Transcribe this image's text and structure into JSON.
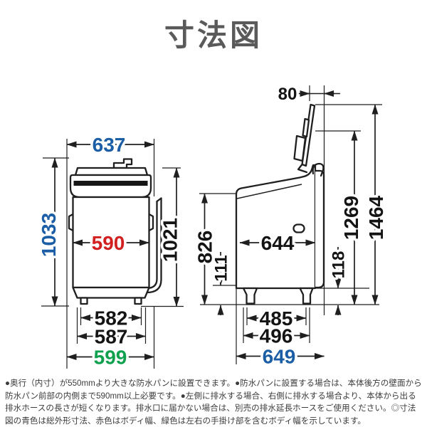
{
  "title": "寸法図",
  "unit": "mm",
  "colors": {
    "overall": "#1b5ea6",
    "body_width": "#d21f1f",
    "body_with_handles": "#0fa14d",
    "line": "#1f1f1f"
  },
  "front": {
    "total_width": "637",
    "total_height": "1033",
    "body_width": "590",
    "body_height": "1021",
    "feet_width": "582",
    "base_width": "587",
    "handle_width": "599"
  },
  "side": {
    "lid_wall_gap": "80",
    "total_height_lid_open": "1464",
    "lid_open_height": "1269",
    "top_surface_height": "826",
    "foot_height": "111",
    "inner_depth": "644",
    "rear_bottom_height": "118",
    "feet_depth": "485",
    "base_depth": "496",
    "total_depth": "649"
  },
  "notes": "●奥行（内寸）が550mmより大きな防水パンに設置できます。●防水パンに設置する場合は、本体後方の壁面から防水パン前部の内側まで590mm以上必要です。●左側に排水する場合、右側に排水する場合より、本体から出る排水ホースの長さが短くなります。排水口に届かない場合は、別売の排水延長ホースをご使用ください。◎寸法図の青色は総外形寸法、赤色はボディ幅、緑色は左右の手掛け部を含むボディ幅を示しています。"
}
